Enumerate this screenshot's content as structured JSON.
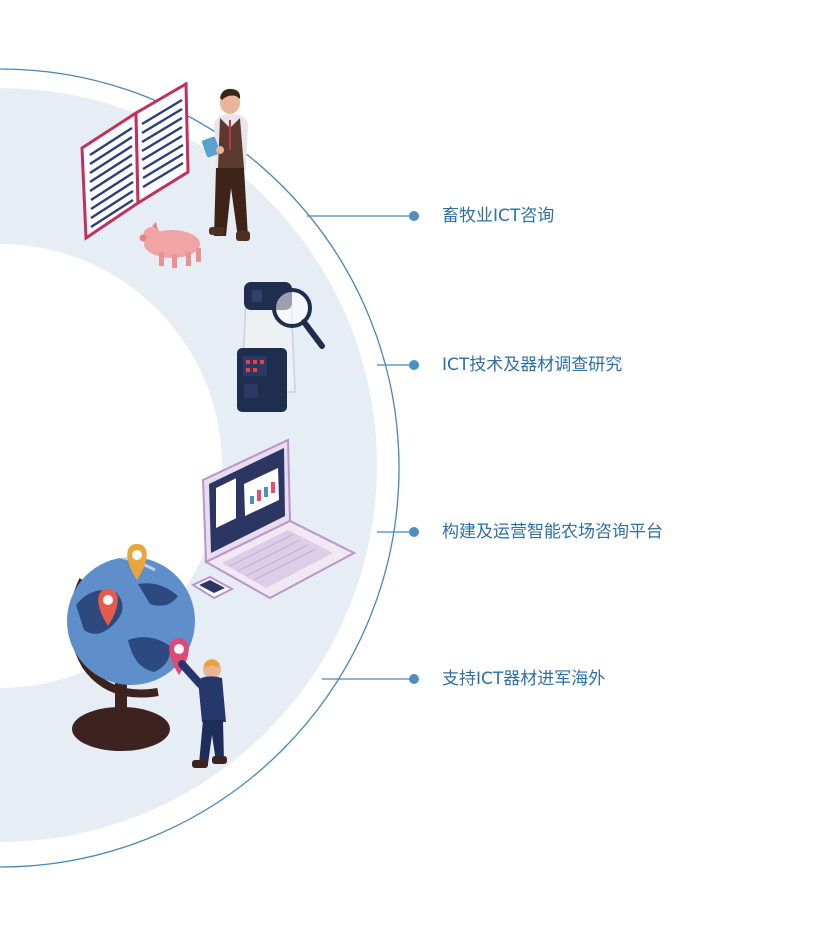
{
  "services": [
    {
      "label": "畜牧业ICT咨询",
      "illustration": "book-farmer-pig"
    },
    {
      "label": "ICT技术及器材调查研究",
      "illustration": "device-magnifier"
    },
    {
      "label": "构建及运营智能农场咨询平台",
      "illustration": "laptop-dashboard"
    },
    {
      "label": "支持ICT器材进军海外",
      "illustration": "globe-pins"
    }
  ],
  "colors": {
    "accent": "#2e6fa3",
    "ring": "#e6edf5",
    "outline": "#4a86b5",
    "dot": "#4b8fc4"
  }
}
